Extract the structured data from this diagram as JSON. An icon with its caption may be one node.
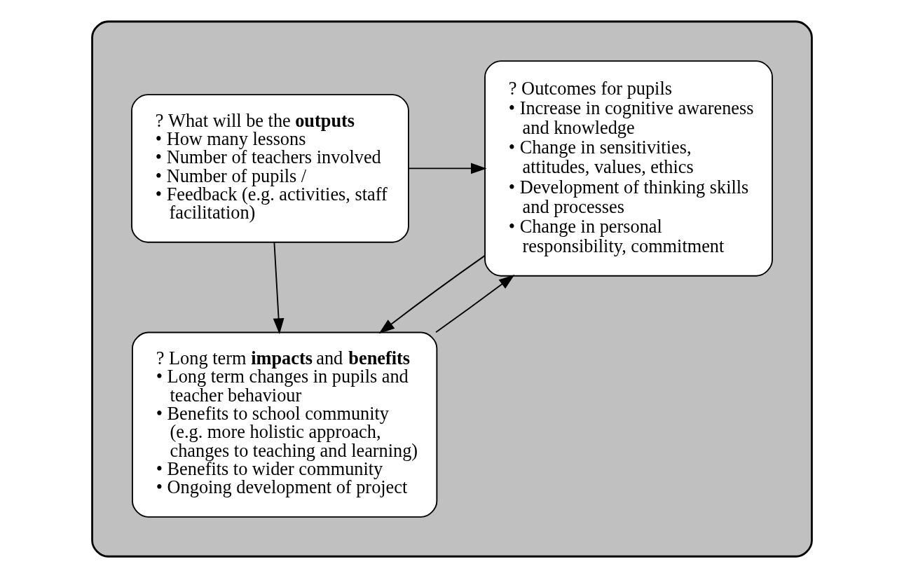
{
  "diagram": {
    "nodes": [
      {
        "text": [],
        "shape": "box"
      },
      {
        "text": [
          "? What will be the **outputs**",
          "• How many lessons",
          "• Number of teachers involved",
          "• Number of pupils /",
          "• Feedback (e.g. activities, staff facilitation)"
        ],
        "in": 0
      },
      {
        "text": [
          "? Long term **impacts** and **benefits**",
          "• Long term changes in pupils and teacher behaviour",
          "• Benefits to school community (e.g. more holistic approach, changes to teaching and learning)",
          "• Benefits to wider community",
          "• Ongoing development of project"
        ],
        "in": 0
      },
      {
        "text": [
          "? Outcomes for pupils",
          "• Increase in cognitive awareness and knowledge",
          "• Change in sensitivities, attitudes, values, ethics",
          "• Development of thinking skills and processes",
          "• Change in personal responsibility, commitment"
        ],
        "in": 0
      }
    ],
    "edges": [
      {
        "from": 1,
        "to": 3,
        "arrow": "to"
      },
      {
        "from": 1,
        "to": 2,
        "arrow": "to"
      },
      {
        "from": 2,
        "to": 3,
        "arrow": "to"
      },
      {
        "from": 3,
        "to": 2,
        "arrow": "to"
      }
    ]
  }
}
